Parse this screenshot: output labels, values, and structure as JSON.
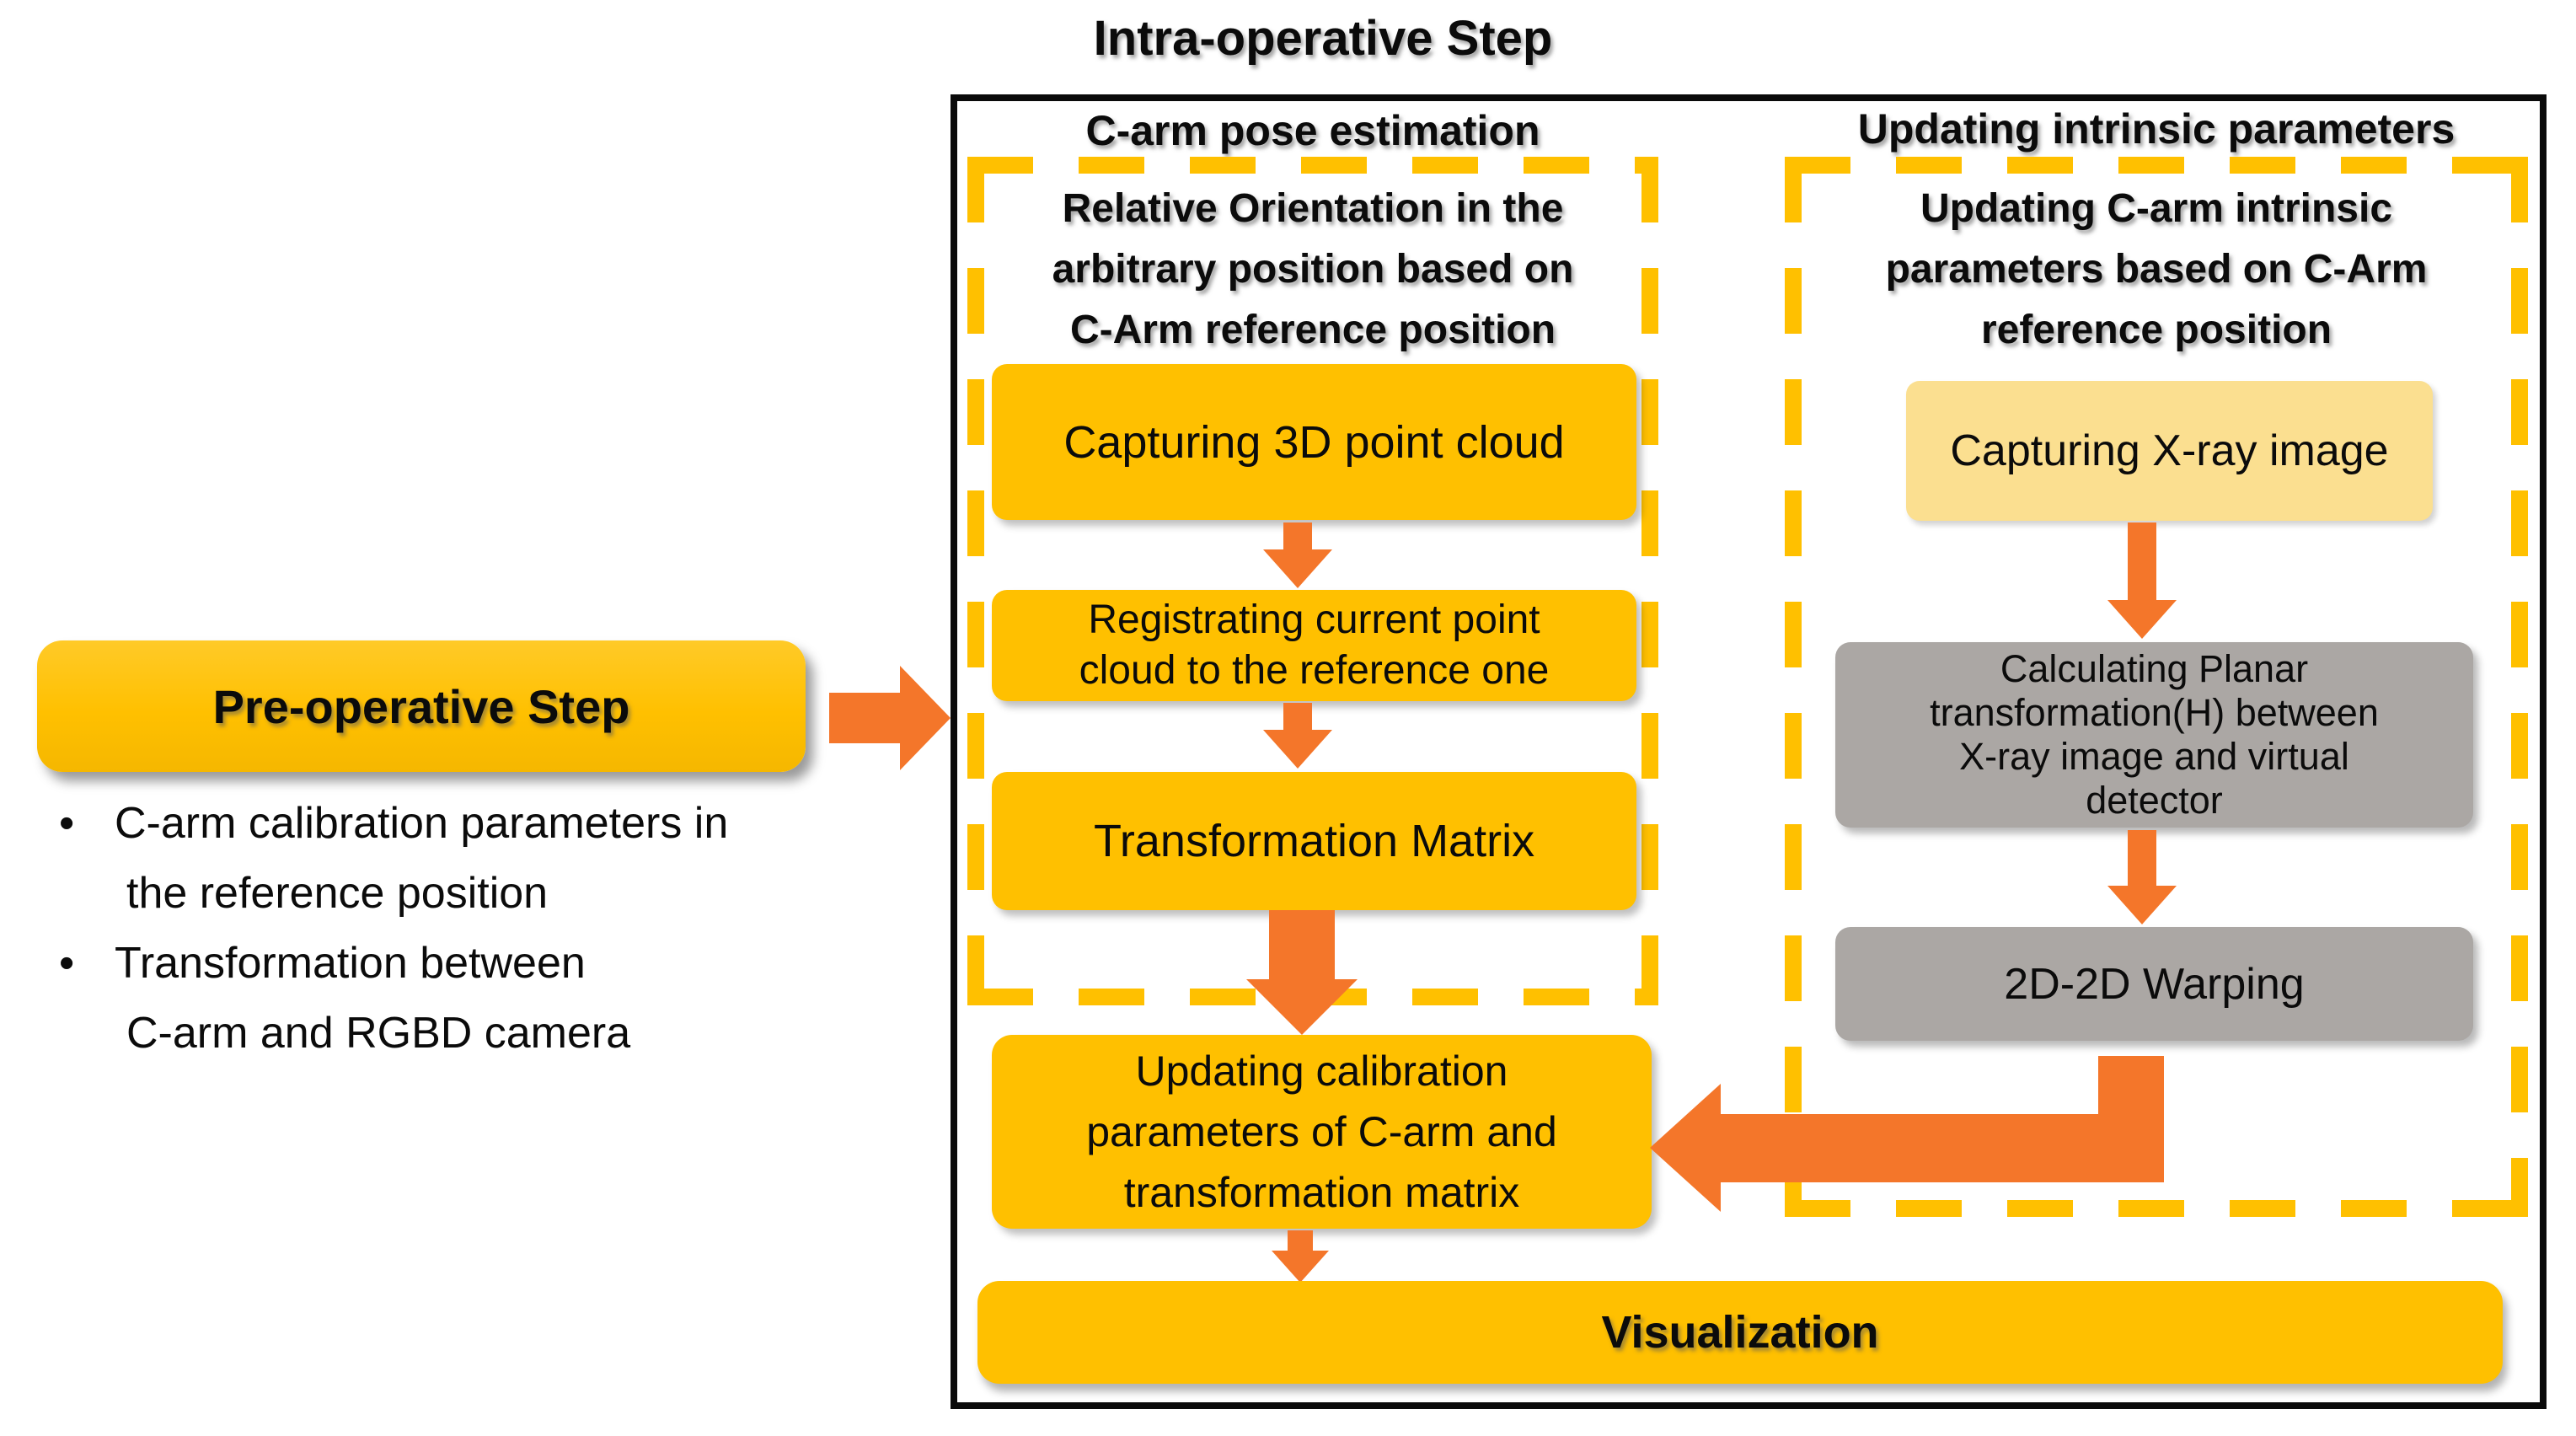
{
  "title": "Intra-operative Step",
  "colors": {
    "gold": "#FFC000",
    "light_gold": "#FBDF90",
    "gray": "#ABA7A4",
    "arrow": "#F4762A",
    "outline": "#0A0A0A"
  },
  "preop": {
    "label": "Pre-operative Step",
    "bullets": [
      {
        "lines": [
          "C-arm calibration parameters in",
          "the reference position"
        ]
      },
      {
        "lines": [
          "Transformation between",
          "C-arm and RGBD camera"
        ]
      }
    ]
  },
  "left": {
    "header": "C-arm pose estimation",
    "subheader_lines": [
      "Relative Orientation in the",
      "arbitrary position based on",
      "C-Arm reference position"
    ],
    "steps": [
      {
        "lines": [
          "Capturing 3D point cloud"
        ]
      },
      {
        "lines": [
          "Registrating current point",
          "cloud to the reference one"
        ]
      },
      {
        "lines": [
          "Transformation Matrix"
        ]
      }
    ]
  },
  "right": {
    "header": "Updating intrinsic parameters",
    "subheader_lines": [
      "Updating C-arm intrinsic",
      "parameters based on C-Arm",
      "reference position"
    ],
    "steps": [
      {
        "lines": [
          "Capturing X-ray image"
        ]
      },
      {
        "lines": [
          "Calculating Planar",
          "transformation(H) between",
          "X-ray image and virtual",
          "detector"
        ]
      },
      {
        "lines": [
          "2D-2D Warping"
        ]
      }
    ]
  },
  "merge": {
    "lines": [
      "Updating calibration",
      "parameters of C-arm and",
      "transformation matrix"
    ]
  },
  "visualization": {
    "label": "Visualization"
  }
}
